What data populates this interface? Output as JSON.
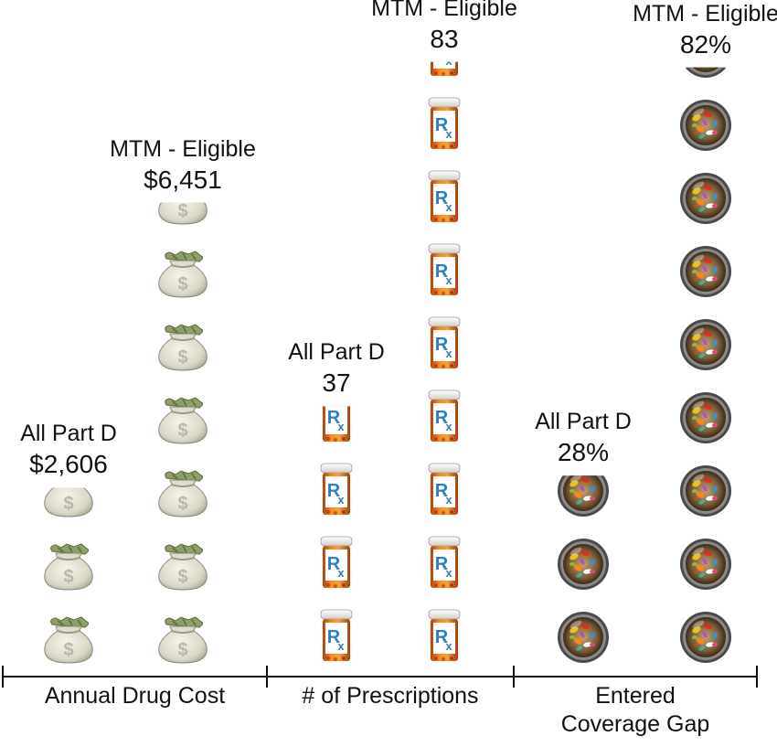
{
  "chart_data": {
    "type": "bar",
    "style": "pictograph",
    "categories": [
      "Annual Drug Cost",
      "# of Prescriptions",
      "Entered\nCoverage Gap"
    ],
    "series": [
      {
        "name": "All Part D",
        "values": [
          2606,
          37,
          28
        ]
      },
      {
        "name": "MTM - Eligible",
        "values": [
          6451,
          83,
          82
        ]
      }
    ],
    "icons": [
      "money-bag-icon",
      "prescription-bottle-icon",
      "pill-bowl-icon"
    ],
    "units_per_icon": [
      1000,
      10,
      10
    ],
    "value_labels": [
      [
        "$2,606",
        "$6,451"
      ],
      [
        "37",
        "83"
      ],
      [
        "28%",
        "82%"
      ]
    ],
    "title": "",
    "xlabel": "",
    "ylabel": "",
    "grid": false
  }
}
